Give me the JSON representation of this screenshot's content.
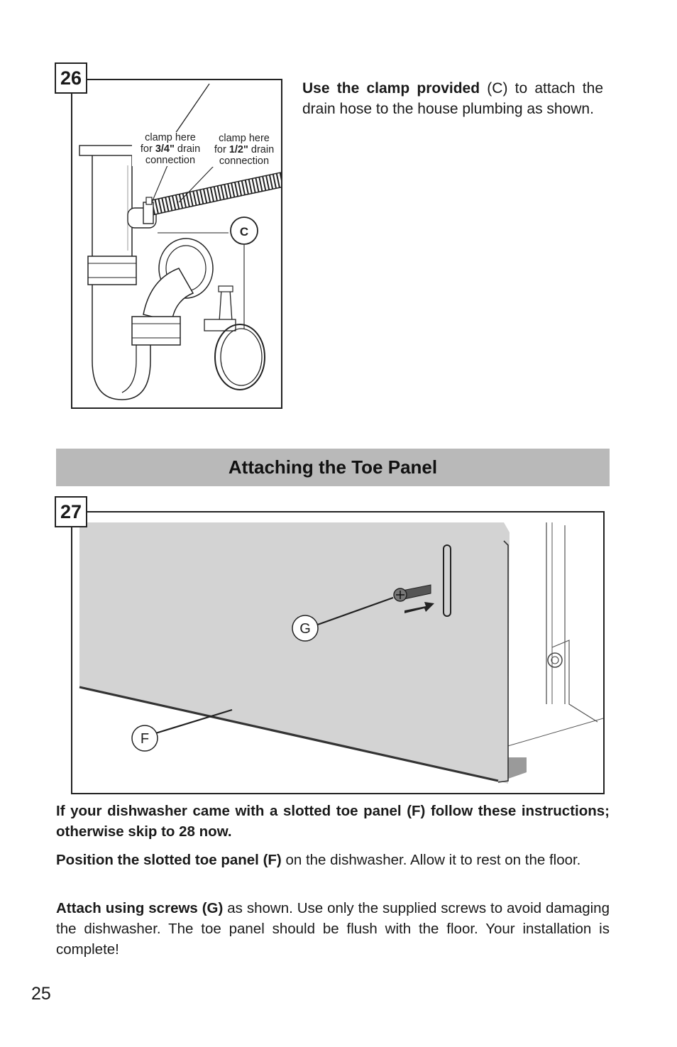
{
  "figure26": {
    "number": "26",
    "callout_left": {
      "line1": "clamp here",
      "line2_pre": "for ",
      "line2_bold": "3/4\"",
      "line2_post": " drain",
      "line3": "connection"
    },
    "callout_right": {
      "line1": "clamp here",
      "line2_pre": "for ",
      "line2_bold": "1/2\"",
      "line2_post": " drain",
      "line3": "connection"
    },
    "label_c": "C"
  },
  "intro26": {
    "bold": "Use the clamp provided",
    "rest": " (C) to attach the drain hose to the house plumbing as shown."
  },
  "section": {
    "title": "Attaching the Toe Panel"
  },
  "figure27": {
    "number": "27",
    "label_g": "G",
    "label_f": "F"
  },
  "paragraphs": {
    "p1": "If your dishwasher came with a slotted toe panel (F) follow these instructions; otherwise skip to 28 now.",
    "p2_bold": "Position the slotted toe panel (F)",
    "p2_rest": " on the dishwasher. Allow it to rest on the floor.",
    "p3_bold": "Attach using screws (G)",
    "p3_rest": " as shown. Use only the supplied screws to avoid damaging the dishwasher. The toe panel should be flush with the floor. Your installation is complete!"
  },
  "page_number": "25"
}
